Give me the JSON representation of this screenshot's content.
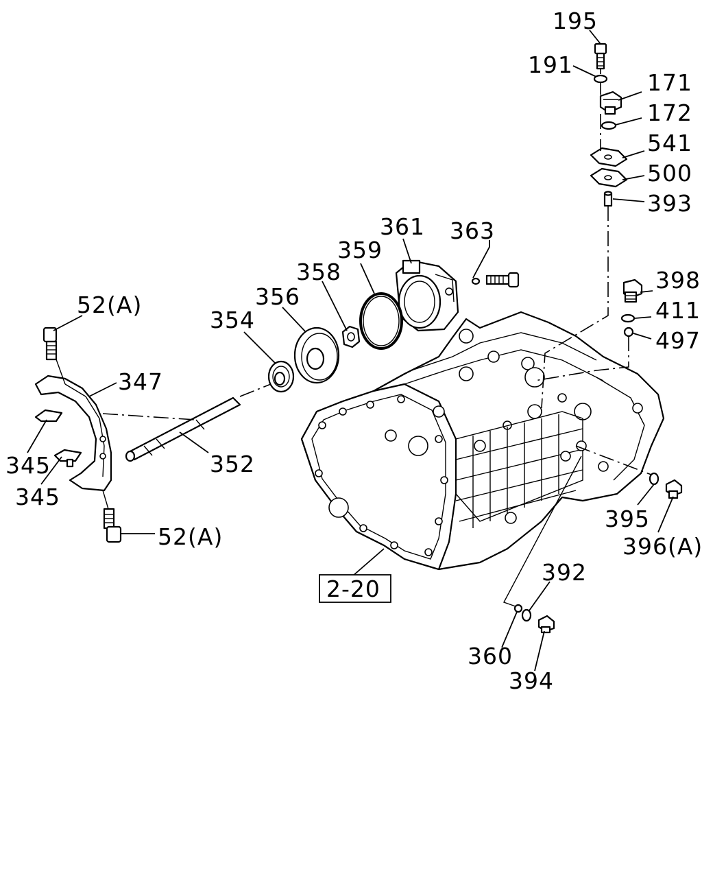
{
  "callouts": {
    "c195": "195",
    "c191": "191",
    "c171": "171",
    "c172": "172",
    "c541": "541",
    "c500": "500",
    "c393": "393",
    "c398": "398",
    "c411": "411",
    "c497": "497",
    "c361": "361",
    "c363": "363",
    "c359": "359",
    "c358": "358",
    "c356": "356",
    "c354": "354",
    "c52a_top": "52(A)",
    "c347": "347",
    "c345_a": "345",
    "c345_b": "345",
    "c352": "352",
    "c52a_bottom": "52(A)",
    "c395": "395",
    "c396a": "396(A)",
    "c392": "392",
    "c360": "360",
    "c394": "394"
  },
  "reference": "2-20"
}
